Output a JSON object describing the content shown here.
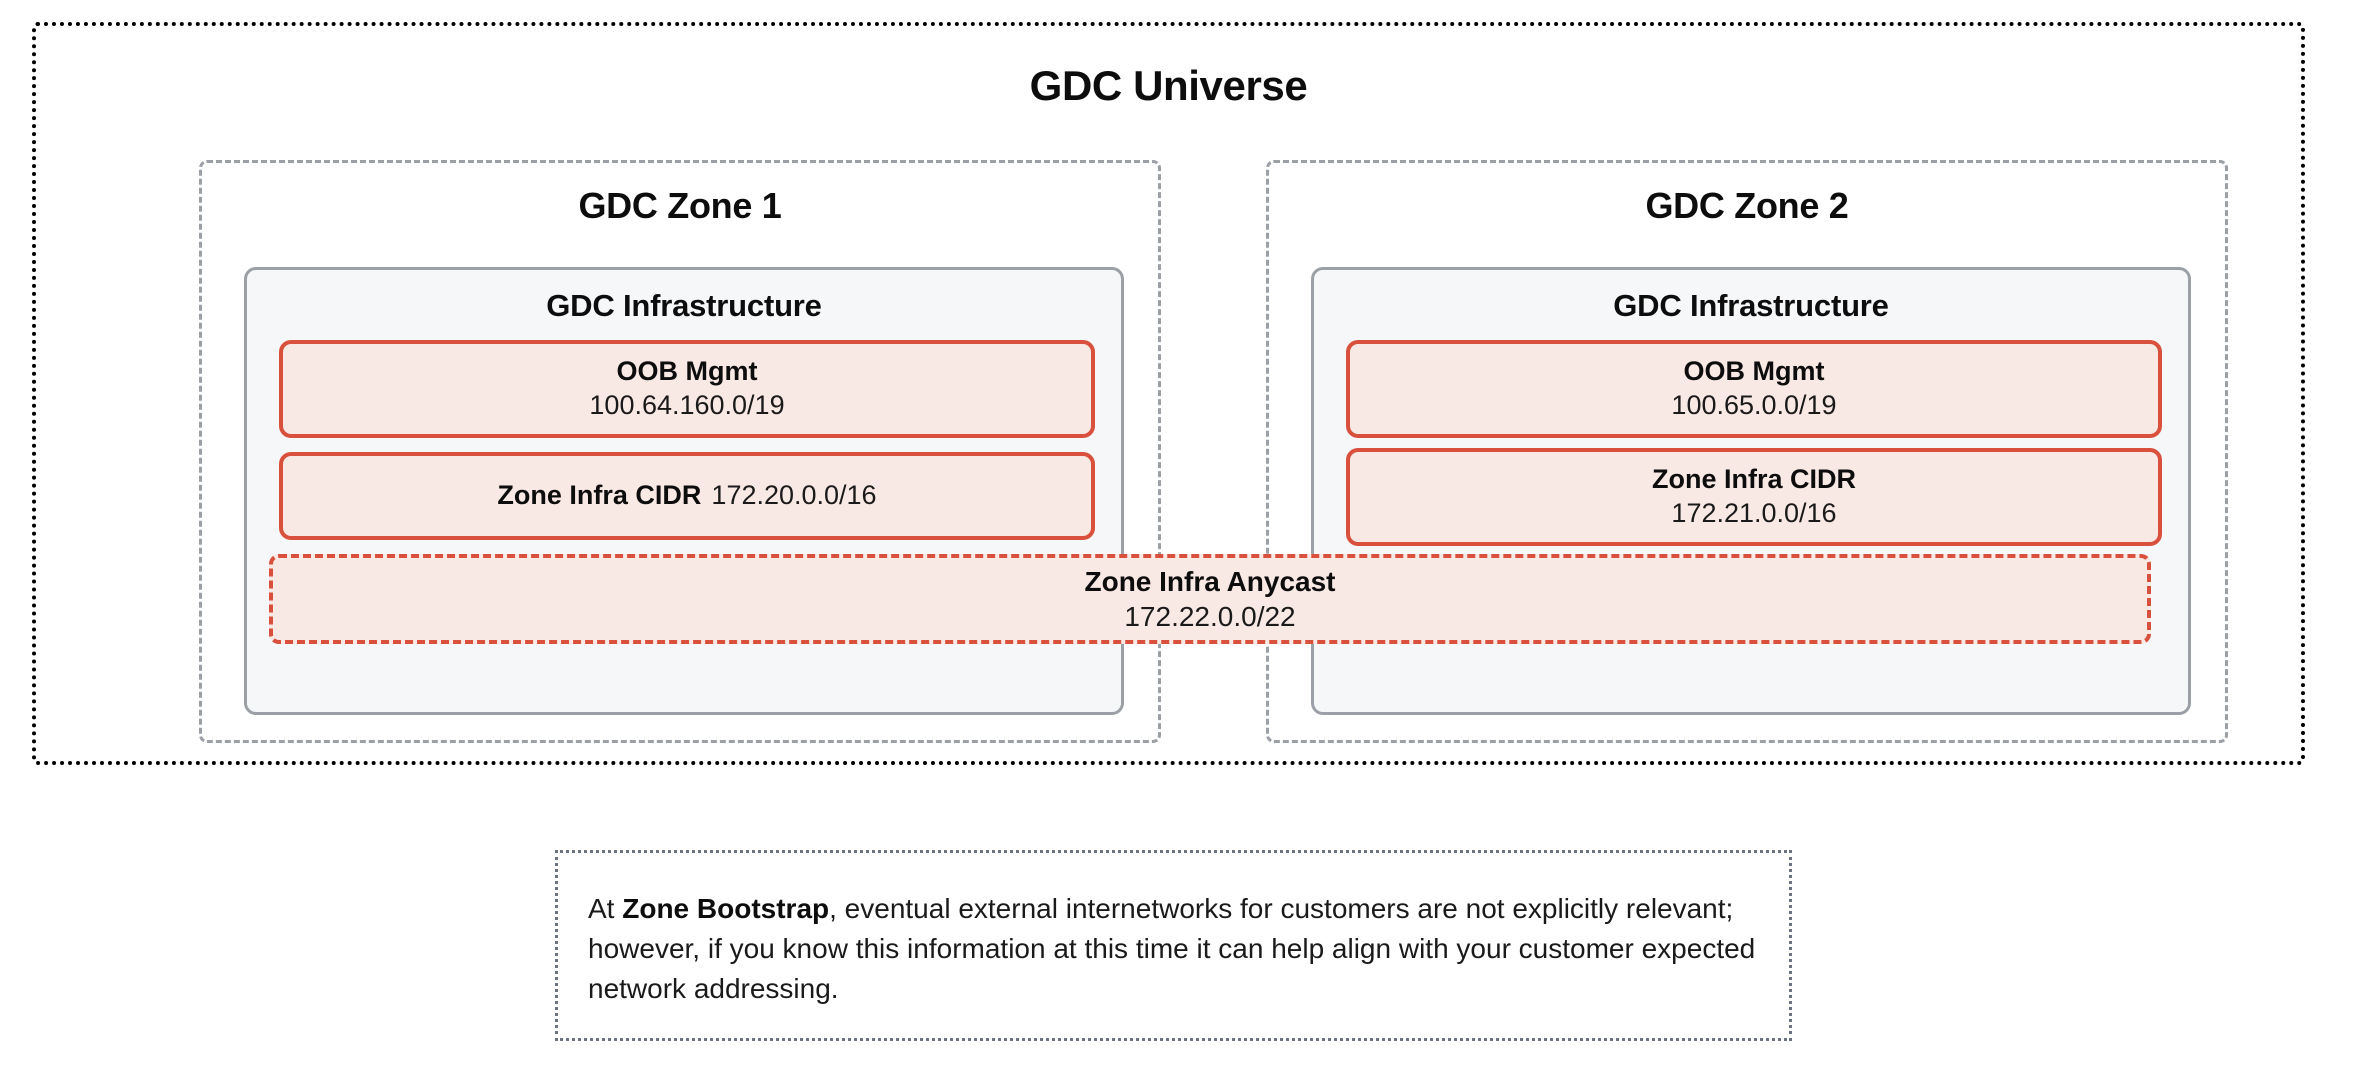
{
  "universe": {
    "title": "GDC Universe",
    "zones": [
      {
        "title": "GDC Zone 1",
        "infrastructure": {
          "title": "GDC Infrastructure",
          "blocks": [
            {
              "name": "OOB Mgmt",
              "value": "100.64.160.0/19",
              "layout": "stacked"
            },
            {
              "name": "Zone Infra CIDR",
              "value": "172.20.0.0/16",
              "layout": "inline"
            }
          ]
        }
      },
      {
        "title": "GDC Zone 2",
        "infrastructure": {
          "title": "GDC Infrastructure",
          "blocks": [
            {
              "name": "OOB Mgmt",
              "value": "100.65.0.0/19",
              "layout": "stacked"
            },
            {
              "name": "Zone Infra CIDR",
              "value": "172.21.0.0/16",
              "layout": "stacked"
            }
          ]
        }
      }
    ],
    "anycast": {
      "name": "Zone Infra Anycast",
      "value": "172.22.0.0/22"
    }
  },
  "note": {
    "lead": "At ",
    "emphasis": "Zone Bootstrap",
    "body": ", eventual external internetworks for customers are not explicitly relevant; however, if you know this information at this time it can help align with your customer expected network addressing."
  },
  "colors": {
    "cidr_border": "#d9503c",
    "cidr_fill": "#f9e9e5",
    "panel_border": "#9aa0a6",
    "panel_fill": "#f5f7f9",
    "universe_border": "#000000",
    "note_border": "#6b7280"
  }
}
